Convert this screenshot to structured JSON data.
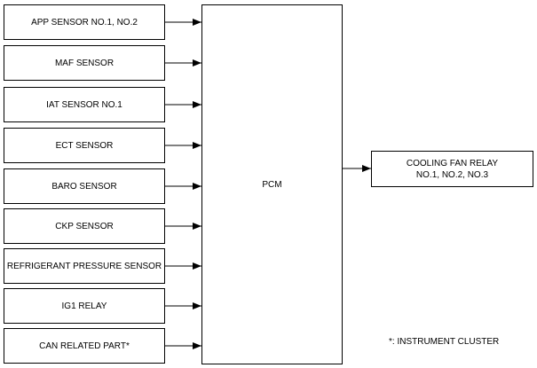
{
  "inputs": [
    {
      "label": "APP SENSOR NO.1, NO.2"
    },
    {
      "label": "MAF SENSOR"
    },
    {
      "label": "IAT SENSOR NO.1"
    },
    {
      "label": "ECT SENSOR"
    },
    {
      "label": "BARO SENSOR"
    },
    {
      "label": "CKP SENSOR"
    },
    {
      "label": "REFRIGERANT PRESSURE SENSOR"
    },
    {
      "label": "IG1 RELAY"
    },
    {
      "label": "CAN RELATED PART*"
    }
  ],
  "controller": {
    "label": "PCM"
  },
  "output": {
    "line1": "COOLING FAN RELAY",
    "line2": "NO.1, NO.2, NO.3"
  },
  "footnote": "*: INSTRUMENT CLUSTER"
}
